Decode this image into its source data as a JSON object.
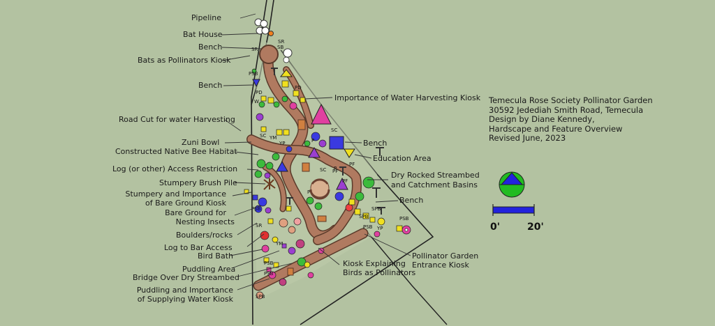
{
  "labels": {
    "pipeline": "Pipeline",
    "bat_house": "Bat House",
    "bench_top": "Bench",
    "bats_kiosk": "Bats as Pollinators Kiosk",
    "bench_left": "Bench",
    "road_cut": "Road Cut for water Harvesting",
    "zuni_bowl": "Zuni Bowl",
    "native_bee": "Constructed Native Bee Habitat",
    "log_restriction": "Log (or other) Access Restriction",
    "stumpery_brush": "Stumpery Brush Pile",
    "stumpery_kiosk_1": "Stumpery and Importance",
    "stumpery_kiosk_2": "of Bare Ground Kiosk",
    "bare_ground_1": "Bare Ground for",
    "bare_ground_2": "Nesting Insects",
    "boulders": "Boulders/rocks",
    "log_bar": "Log to Bar Access",
    "bird_bath": "Bird Bath",
    "puddling_area": "Puddling Area",
    "bridge": "Bridge Over Dry Streambed",
    "puddling_kiosk_1": "Puddling and Importance",
    "puddling_kiosk_2": "of Supplying Water Kiosk",
    "water_kiosk": "Importance of Water Harvesting Kiosk",
    "bench_right": "Bench",
    "education": "Education Area",
    "streambed_1": "Dry Rocked Streambed",
    "streambed_2": "and Catchment Basins",
    "bench_lower": "Bench",
    "entrance_kiosk_1": "Pollinator Garden",
    "entrance_kiosk_2": "Entrance Kiosk",
    "birds_kiosk_1": "Kiosk Explaining",
    "birds_kiosk_2": "Birds as Pollinators"
  },
  "title_block": {
    "line1": "Temecula Rose Society Pollinator Garden",
    "line2": "30592 Jedediah Smith Road, Temecula",
    "line3": "Design by Diane Kennedy,",
    "line4": "Hardscape and Feature Overview",
    "line5": "Revised June, 2023"
  },
  "scale": {
    "start": "0'",
    "end": "20'"
  },
  "plant_codes": {
    "sr": "SR",
    "psb": "PSB",
    "sb": "SB",
    "pd": "PD",
    "w": "W",
    "sc": "SC",
    "pf": "PF",
    "ym": "YM",
    "yp": "YP",
    "spb": "SPB",
    "p": "P"
  },
  "colors": {
    "background": "#b3c2a1",
    "path": "#b07a60",
    "path_edge": "#5a3a2a",
    "kiosk_magenta": "#e040a0",
    "bench_blue": "#3a3ae0",
    "education_yellow": "#f0e020",
    "scale_blue": "#2222dd",
    "compass_green": "#22bb22"
  }
}
